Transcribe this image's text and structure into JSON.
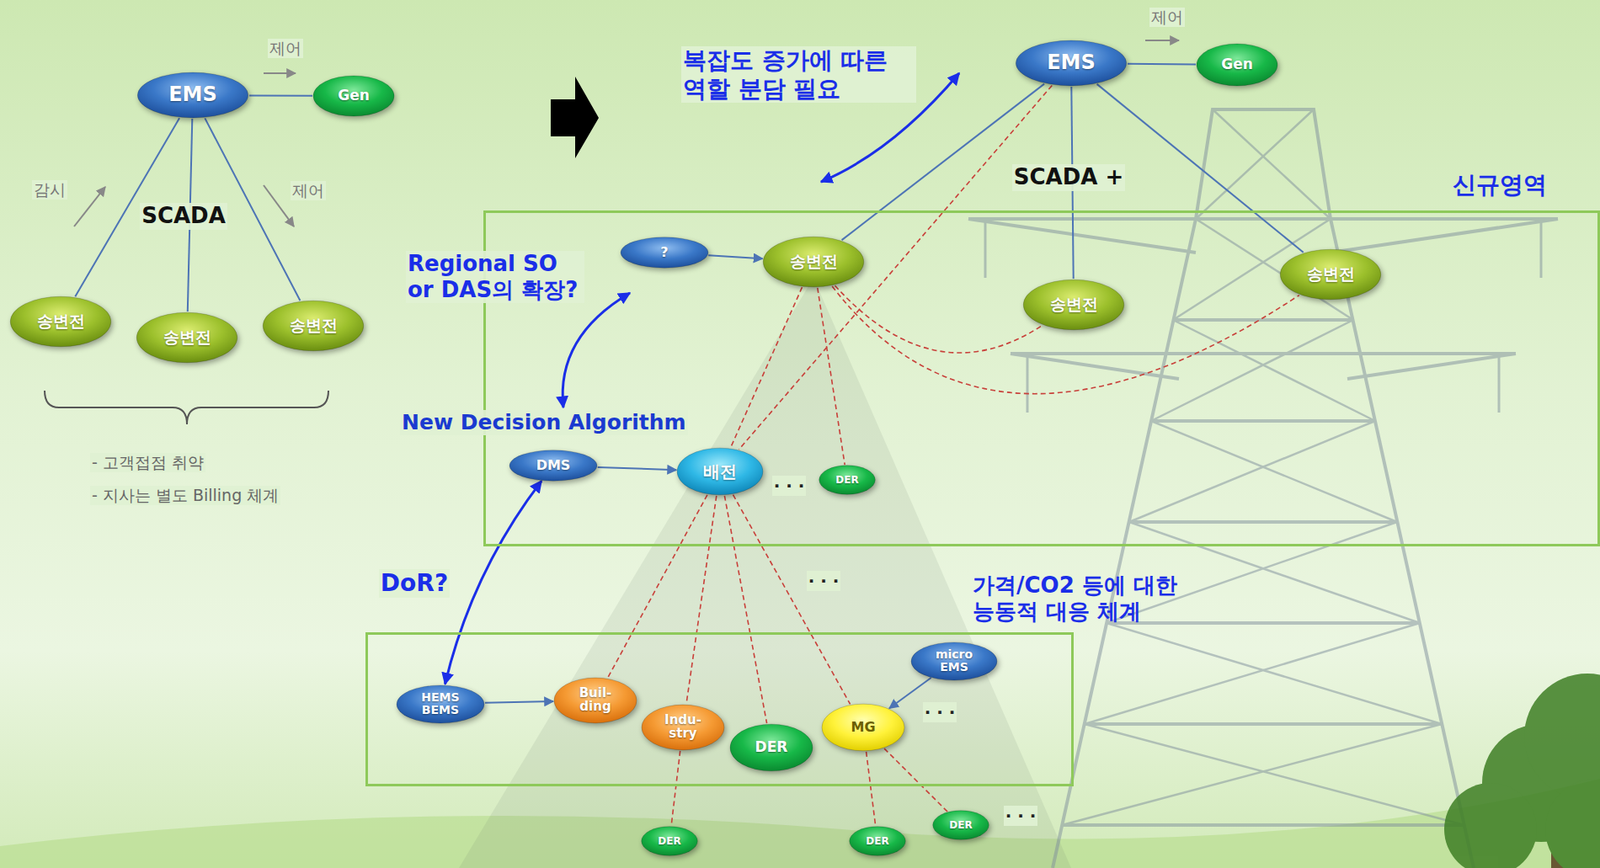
{
  "diagram": {
    "nodes": [
      {
        "text": [
          "EMS"
        ]
      },
      {
        "text": [
          "Gen"
        ]
      },
      {
        "text": [
          "송변전"
        ]
      },
      {
        "text": [
          "송변전"
        ]
      },
      {
        "text": [
          "송변전"
        ]
      },
      {
        "text": [
          "EMS"
        ]
      },
      {
        "text": [
          "Gen"
        ]
      },
      {
        "text": [
          "신규영역"
        ]
      },
      {
        "text": [
          "?"
        ],
        "in": 7
      },
      {
        "text": [
          "송변전"
        ],
        "in": 7
      },
      {
        "text": [
          "송변전"
        ],
        "in": 7
      },
      {
        "text": [
          "송변전"
        ],
        "in": 7
      },
      {
        "text": [
          "DMS"
        ],
        "in": 7
      },
      {
        "text": [
          "배전"
        ],
        "in": 7
      },
      {
        "text": [
          "DER"
        ],
        "in": 7
      },
      {
        "text": [
          "가격/CO2 등에 대한 능동적 대응 체계"
        ]
      },
      {
        "text": [
          "HEMS BEMS"
        ],
        "in": 15
      },
      {
        "text": [
          "Buil- ding"
        ],
        "in": 15
      },
      {
        "text": [
          "Indu- stry"
        ],
        "in": 15
      },
      {
        "text": [
          "DER"
        ],
        "in": 15
      },
      {
        "text": [
          "MG"
        ],
        "in": 15
      },
      {
        "text": [
          "micro EMS"
        ],
        "in": 15
      },
      {
        "text": [
          "DER"
        ]
      },
      {
        "text": [
          "DER"
        ]
      },
      {
        "text": [
          "DER"
        ]
      }
    ],
    "edges": [
      {
        "from": 0,
        "to": 1,
        "arrow": "none"
      },
      {
        "from": 0,
        "to": 2,
        "arrow": "none"
      },
      {
        "from": 0,
        "to": 3,
        "arrow": "none"
      },
      {
        "from": 0,
        "to": 4,
        "arrow": "none"
      },
      {
        "from": 5,
        "to": 6,
        "arrow": "none"
      },
      {
        "from": 5,
        "to": 9,
        "arrow": "none"
      },
      {
        "from": 5,
        "to": 10,
        "arrow": "none"
      },
      {
        "from": 5,
        "to": 11,
        "arrow": "none"
      },
      {
        "from": 5,
        "to": 13,
        "arrow": "none"
      },
      {
        "from": 8,
        "to": 9,
        "arrow": "to"
      },
      {
        "from": 9,
        "to": 13,
        "arrow": "none"
      },
      {
        "from": 9,
        "to": 14,
        "arrow": "none"
      },
      {
        "from": 9,
        "to": 10,
        "arrow": "none"
      },
      {
        "from": 9,
        "to": 11,
        "arrow": "none"
      },
      {
        "from": 12,
        "to": 13,
        "arrow": "to"
      },
      {
        "from": 13,
        "to": 17,
        "arrow": "none"
      },
      {
        "from": 13,
        "to": 18,
        "arrow": "none"
      },
      {
        "from": 13,
        "to": 19,
        "arrow": "none"
      },
      {
        "from": 13,
        "to": 20,
        "arrow": "none"
      },
      {
        "from": 21,
        "to": 20,
        "arrow": "to"
      },
      {
        "from": 16,
        "to": 17,
        "arrow": "to"
      },
      {
        "from": 18,
        "to": 22,
        "arrow": "none"
      },
      {
        "from": 20,
        "to": 23,
        "arrow": "none"
      },
      {
        "from": 20,
        "to": 24,
        "arrow": "none"
      },
      {
        "from": 16,
        "to": 12,
        "arrow": "both",
        "label": "DoR?"
      }
    ],
    "labels": [
      "제어",
      "감시",
      "제어",
      "SCADA",
      "- 고객접점 취약",
      "- 지사는 별도 Billing 체계",
      "제어",
      "SCADA +",
      "복잡도 증가에 따른 역할 분담 필요",
      "Regional SO or DAS의 확장?",
      "New Decision Algorithm",
      "· · ·",
      "· · ·",
      "· · ·",
      "· · ·"
    ]
  }
}
